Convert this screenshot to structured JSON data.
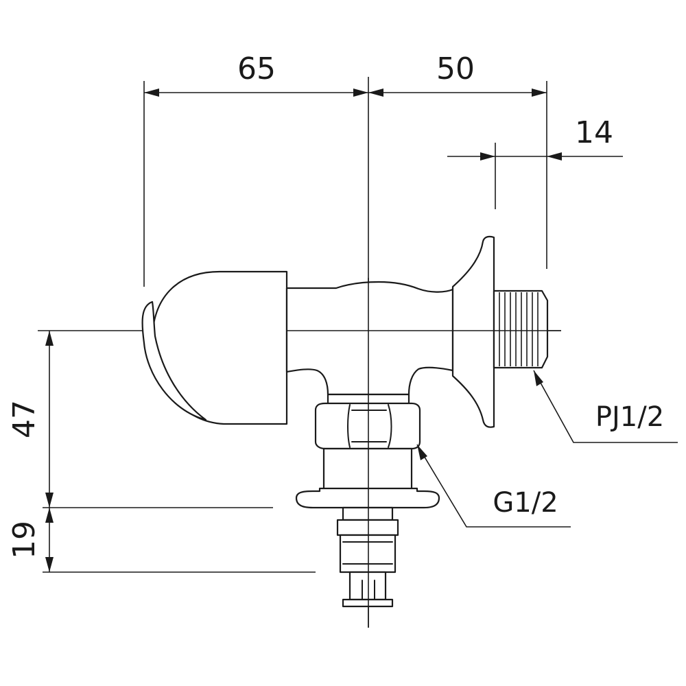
{
  "dimensions": {
    "handle_to_center": "65",
    "center_to_thread_end": "50",
    "thread_length": "14",
    "axis_to_flange": "47",
    "flange_to_bottom": "19"
  },
  "threads": {
    "outlet": "PJ1/2",
    "inlet": "G1/2"
  },
  "colors": {
    "line": "#1a1a1a",
    "background": "#ffffff"
  }
}
